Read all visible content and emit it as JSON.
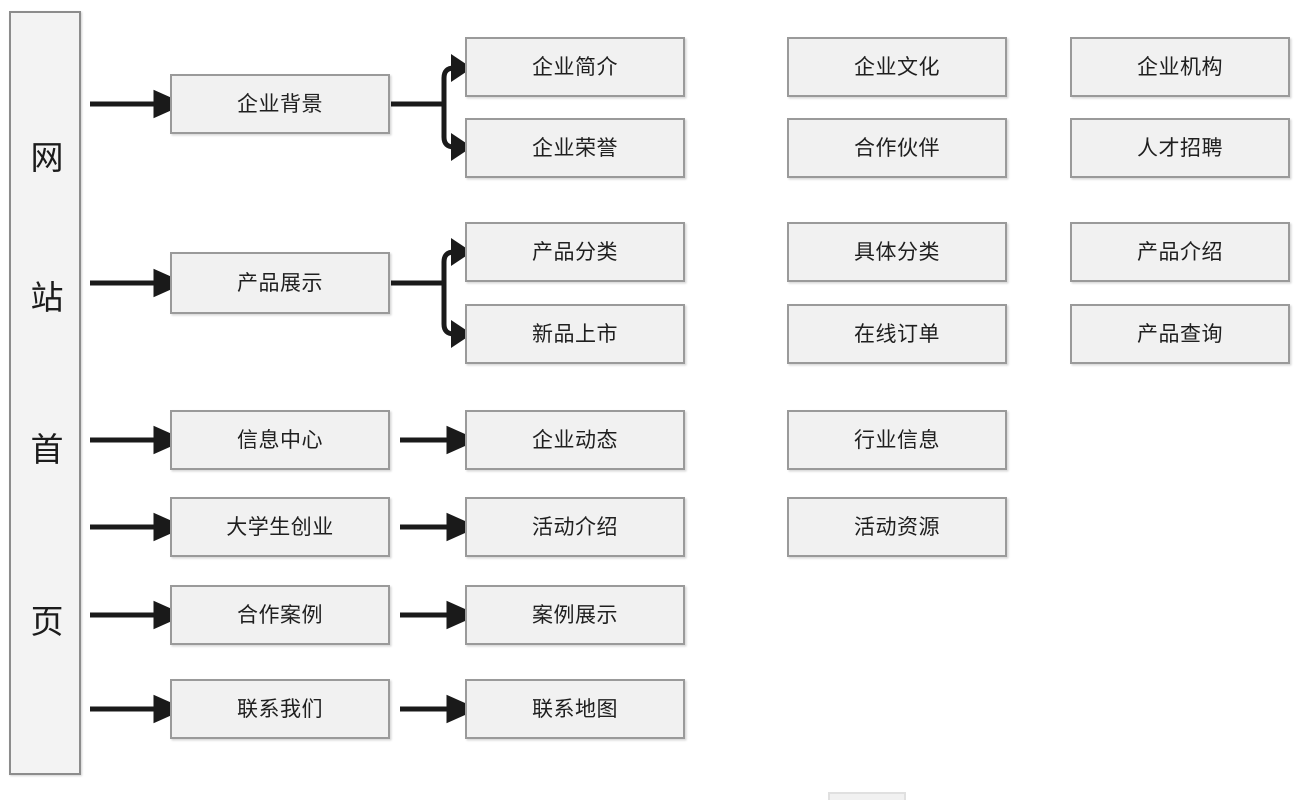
{
  "diagram": {
    "type": "site-map-tree",
    "title_vertical_chars": [
      "网",
      "站",
      "首",
      "页"
    ],
    "root": {
      "name": "网站首页",
      "orientation": "vertical"
    },
    "colors": {
      "node_fill": "#f1f1f1",
      "node_border": "#9a9a9a",
      "root_fill": "#f3f3f3",
      "root_border": "#8c8c8c",
      "connector": "#1a1a1a",
      "text": "#1f1f1f",
      "background": "#ffffff"
    },
    "columns": [
      {
        "index": 1,
        "name": "primary-section"
      },
      {
        "index": 2,
        "name": "secondary-page"
      },
      {
        "index": 3,
        "name": "tertiary-page"
      },
      {
        "index": 4,
        "name": "quaternary-page"
      }
    ],
    "branches": [
      {
        "id": "branch-enterprise-background",
        "connector": "bracket",
        "level1": "企业背景",
        "rows": [
          {
            "level2": "企业简介",
            "level3": "企业文化",
            "level4": "企业机构"
          },
          {
            "level2": "企业荣誉",
            "level3": "合作伙伴",
            "level4": "人才招聘"
          }
        ]
      },
      {
        "id": "branch-product-display",
        "connector": "bracket",
        "level1": "产品展示",
        "rows": [
          {
            "level2": "产品分类",
            "level3": "具体分类",
            "level4": "产品介绍"
          },
          {
            "level2": "新品上市",
            "level3": "在线订单",
            "level4": "产品查询"
          }
        ]
      },
      {
        "id": "branch-information-center",
        "connector": "arrow",
        "level1": "信息中心",
        "rows": [
          {
            "level2": "企业动态",
            "level3": "行业信息",
            "level4": ""
          }
        ]
      },
      {
        "id": "branch-student-entrepreneurship",
        "connector": "arrow",
        "level1": "大学生创业",
        "rows": [
          {
            "level2": "活动介绍",
            "level3": "活动资源",
            "level4": ""
          }
        ]
      },
      {
        "id": "branch-cooperation-case",
        "connector": "arrow",
        "level1": "合作案例",
        "rows": [
          {
            "level2": "案例展示",
            "level3": "",
            "level4": ""
          }
        ]
      },
      {
        "id": "branch-contact-us",
        "connector": "arrow",
        "level1": "联系我们",
        "rows": [
          {
            "level2": "联系地图",
            "level3": "",
            "level4": ""
          }
        ]
      }
    ],
    "nodes": {
      "enterprise_background": "企业背景",
      "enterprise_profile": "企业简介",
      "enterprise_honor": "企业荣誉",
      "enterprise_culture": "企业文化",
      "cooperation_partner": "合作伙伴",
      "enterprise_organization": "企业机构",
      "talent_recruitment": "人才招聘",
      "product_display": "产品展示",
      "product_category": "产品分类",
      "new_product_launch": "新品上市",
      "specific_category": "具体分类",
      "online_order": "在线订单",
      "product_introduction": "产品介绍",
      "product_query": "产品查询",
      "information_center": "信息中心",
      "enterprise_news": "企业动态",
      "industry_information": "行业信息",
      "student_entrepreneurship": "大学生创业",
      "activity_introduction": "活动介绍",
      "activity_resource": "活动资源",
      "cooperation_case": "合作案例",
      "case_display": "案例展示",
      "contact_us": "联系我们",
      "contact_map": "联系地图"
    }
  }
}
